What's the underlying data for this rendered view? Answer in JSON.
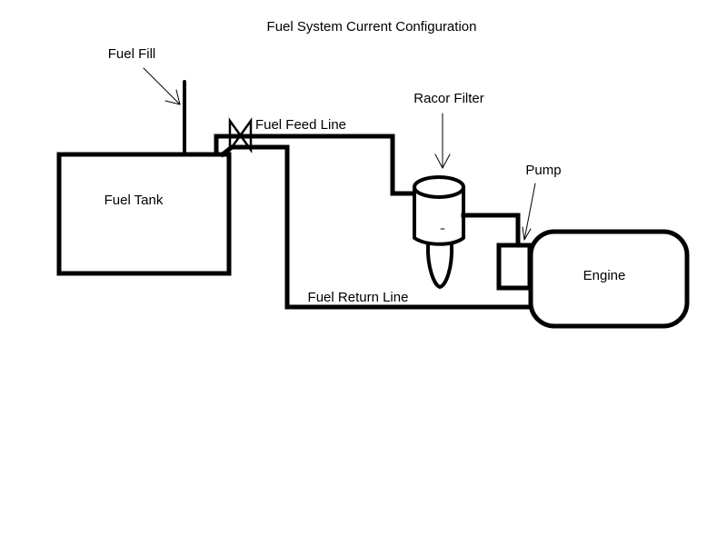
{
  "title": "Fuel System Current Configuration",
  "components": {
    "fuel_tank": "Fuel Tank",
    "engine": "Engine",
    "racor_filter": "Racor Filter",
    "pump": "Pump",
    "fuel_fill": "Fuel Fill"
  },
  "lines": {
    "feed": "Fuel Feed Line",
    "return": "Fuel Return Line"
  },
  "colors": {
    "stroke": "#000000",
    "background": "#ffffff"
  }
}
